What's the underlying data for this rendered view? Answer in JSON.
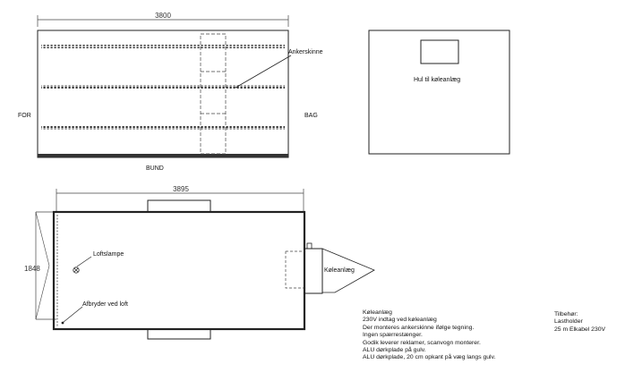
{
  "side_view": {
    "length_dim": "3800",
    "rail_label": "Ankerskinne",
    "left_label": "FOR",
    "right_label": "BAG",
    "bottom_label": "BUND"
  },
  "end_view": {
    "hole_label": "Hul til køleanlæg"
  },
  "top_view": {
    "length_dim": "3895",
    "width_dim": "1848",
    "lamp_label": "Loftslampe",
    "switch_label": "Afbryder ved loft",
    "cooler_label": "Køleanlæg"
  },
  "notes": {
    "title": "Køleanlæg",
    "lines": [
      "230V indtag ved køleanlæg",
      "Der monteres ankerskinne ifølge tegning.",
      "Ingen spærrestænger.",
      "Godik leverer reklamer, scanvogn monterer.",
      "ALU dørkplade på gulv.",
      "ALU dørkplade, 20 cm opkant på væg langs gulv."
    ]
  },
  "accessories": {
    "title": "Tilbehør:",
    "lines": [
      "Lastholder",
      "25 m Elkabel 230V"
    ]
  }
}
